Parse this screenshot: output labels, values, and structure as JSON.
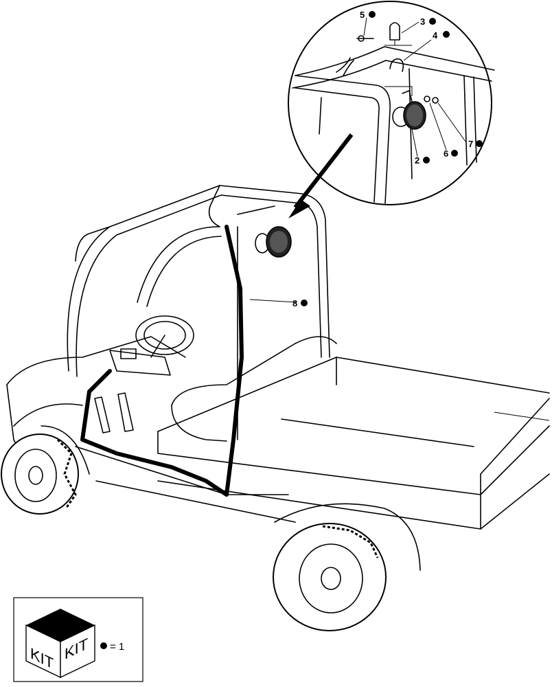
{
  "callouts": [
    {
      "id": "c5",
      "number": "5"
    },
    {
      "id": "c3",
      "number": "3"
    },
    {
      "id": "c4",
      "number": "4"
    },
    {
      "id": "c7",
      "number": "7"
    },
    {
      "id": "c6",
      "number": "6"
    },
    {
      "id": "c2",
      "number": "2"
    },
    {
      "id": "c8",
      "number": "8"
    }
  ],
  "legend": {
    "kit_left": "KIT",
    "kit_right": "KIT",
    "equals_text": "= 1"
  }
}
